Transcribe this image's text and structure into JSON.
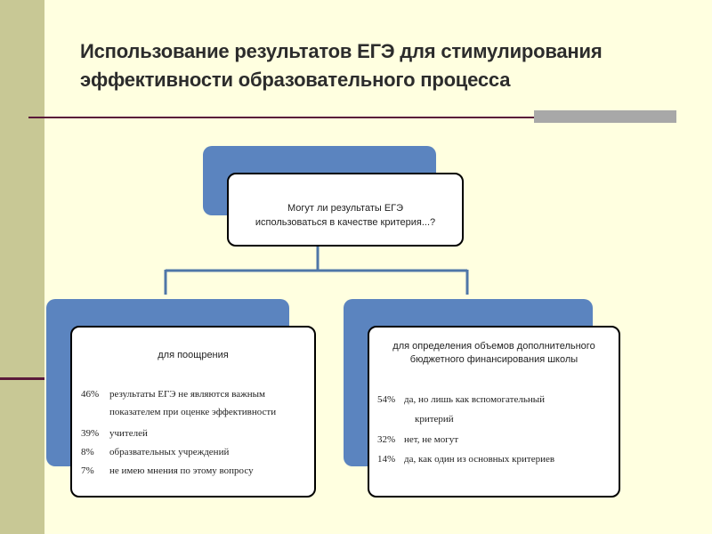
{
  "slide": {
    "title_line1": "Использование результатов ЕГЭ для стимулирования",
    "title_line2": "эффективности образовательного процесса"
  },
  "question": {
    "line1": "Могут ли результаты ЕГЭ",
    "line2": "использоваться в качестве критерия...?"
  },
  "left_card": {
    "heading": "для поощрения",
    "items": [
      {
        "percent": "46%",
        "text": "результаты ЕГЭ не являются важным"
      },
      {
        "percent": "",
        "text": "показателем при оценке эффективности"
      },
      {
        "percent": "39%",
        "text": "учителей"
      },
      {
        "percent": "8%",
        "text": "образвательных учреждений"
      },
      {
        "percent": "7%",
        "text": "не имею мнения по этому вопросу"
      }
    ]
  },
  "right_card": {
    "heading_line1": "для определения объемов дополнительного",
    "heading_line2": "бюджетного финансирования школы",
    "items": [
      {
        "percent": "54%",
        "text": "да, но лишь как вспомогательный"
      },
      {
        "percent": "",
        "text": "критерий"
      },
      {
        "percent": "32%",
        "text": "нет, не могут"
      },
      {
        "percent": "14%",
        "text": "да, как один из основных критериев"
      }
    ]
  },
  "colors": {
    "background": "#ffffe0",
    "sidebar": "#c8c895",
    "accent_box": "#5b84bf",
    "rule": "#5a1a3a",
    "rule_block": "#a8a8a8",
    "connector": "#4f77a8"
  }
}
